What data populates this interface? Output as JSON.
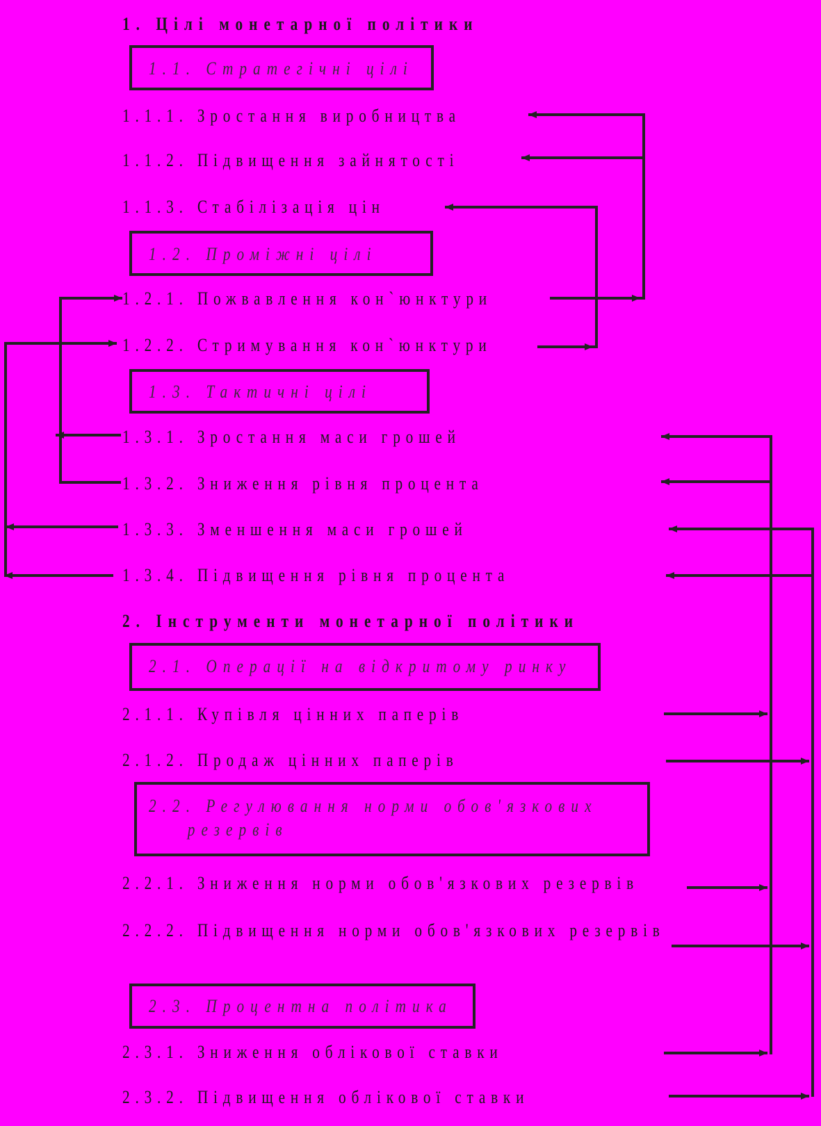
{
  "colors": {
    "background": "#ff00ff",
    "ink": "#222222"
  },
  "section1": {
    "title": "1. Цілі монетарної політики",
    "groups": [
      {
        "label": "1.1. Стратегічні цілі",
        "items": [
          "1.1.1. Зростання виробництва",
          "1.1.2. Підвищення зайнятості",
          "1.1.3. Стабілізація цін"
        ]
      },
      {
        "label": "1.2. Проміжні цілі",
        "items": [
          "1.2.1. Пожвавлення кон`юнктури",
          "1.2.2. Стримування кон`юнктури"
        ]
      },
      {
        "label": "1.3. Тактичні цілі",
        "items": [
          "1.3.1. Зростання маси грошей",
          "1.3.2. Зниження рівня процента",
          "1.3.3. Зменшення маси грошей",
          "1.3.4. Підвищення рівня процента"
        ]
      }
    ]
  },
  "section2": {
    "title": "2. Інструменти монетарної політики",
    "groups": [
      {
        "label": "2.1. Операції на відкритому ринку",
        "items": [
          "2.1.1. Купівля цінних паперів",
          "2.1.2. Продаж цінних паперів"
        ]
      },
      {
        "label": "2.2. Регулювання норми обов'язкових резервів",
        "items": [
          "2.2.1. Зниження норми обов'язкових резервів",
          "2.2.2. Підвищення норми обов'язкових резервів"
        ]
      },
      {
        "label": "2.3. Процентна політика",
        "items": [
          "2.3.1. Зниження облікової ставки",
          "2.3.2. Підвищення облікової ставки"
        ]
      }
    ]
  }
}
